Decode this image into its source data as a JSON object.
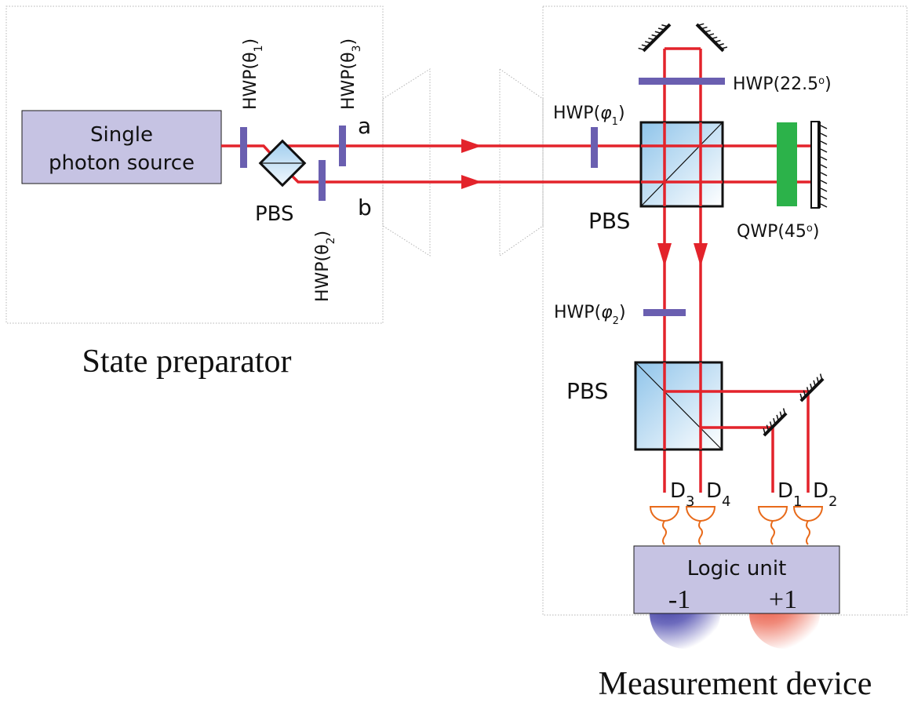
{
  "state_preparator": {
    "title": "State preparator",
    "source_line1": "Single",
    "source_line2": "photon source",
    "pbs": "PBS",
    "hwp_theta1": "HWP(θ",
    "hwp_theta1_sub": "1",
    "hwp_theta2": "HWP(θ",
    "hwp_theta2_sub": "2",
    "hwp_theta3": "HWP(θ",
    "hwp_theta3_sub": "3",
    "path_a": "a",
    "path_b": "b"
  },
  "measurement_device": {
    "title": "Measurement device",
    "hwp_22": "HWP(22.5",
    "hwp_phi1": "HWP(",
    "hwp_phi1_sym": "φ",
    "hwp_phi1_sub": "1",
    "hwp_phi2": "HWP(",
    "hwp_phi2_sym": "φ",
    "hwp_phi2_sub": "2",
    "pbs_top": "PBS",
    "pbs_bottom": "PBS",
    "qwp": "QWP(45",
    "detectors": [
      {
        "name": "D",
        "sub": "3"
      },
      {
        "name": "D",
        "sub": "4"
      },
      {
        "name": "D",
        "sub": "1"
      },
      {
        "name": "D",
        "sub": "2"
      }
    ],
    "logic_unit": "Logic unit",
    "minus": "-1",
    "plus": "+1"
  },
  "colors": {
    "beam": "#e3232b",
    "waveplate": "#6a5fb0",
    "qwp": "#2cb24a",
    "box_fill": "#c6c3e3"
  }
}
